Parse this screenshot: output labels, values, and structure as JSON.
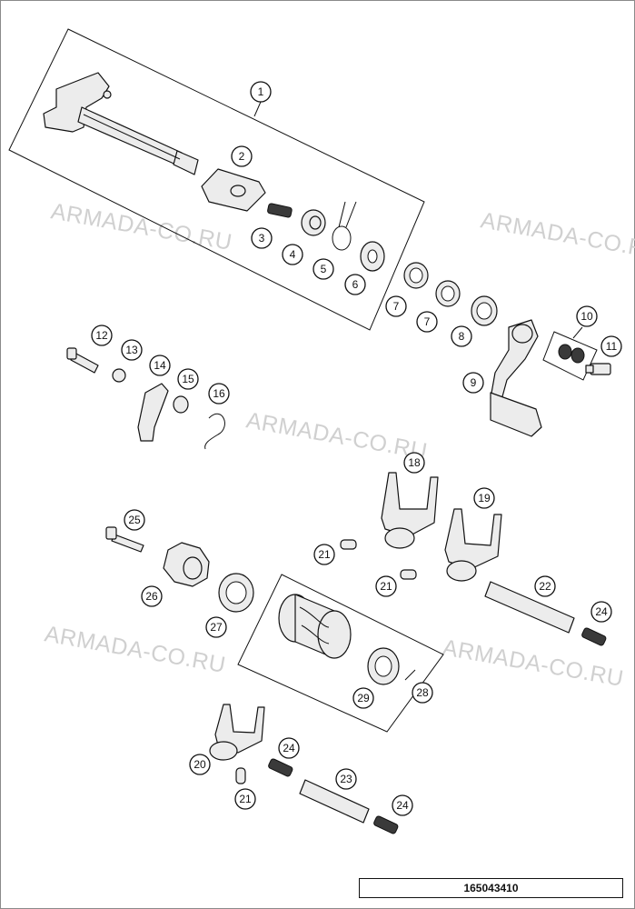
{
  "watermarks": [
    {
      "id": "wm1",
      "text": "ARMADA-CO.RU"
    },
    {
      "id": "wm2",
      "text": "ARMADA-CO.RU"
    },
    {
      "id": "wm3",
      "text": "ARMADA-CO.RU"
    },
    {
      "id": "wm4",
      "text": "ARMADA-CO.RU"
    },
    {
      "id": "wm5",
      "text": "ARMADA-CO.RU"
    }
  ],
  "callouts": [
    {
      "id": "c1",
      "label": "1"
    },
    {
      "id": "c2",
      "label": "2"
    },
    {
      "id": "c3",
      "label": "3"
    },
    {
      "id": "c4",
      "label": "4"
    },
    {
      "id": "c5",
      "label": "5"
    },
    {
      "id": "c6",
      "label": "6"
    },
    {
      "id": "c7a",
      "label": "7"
    },
    {
      "id": "c7b",
      "label": "7"
    },
    {
      "id": "c8",
      "label": "8"
    },
    {
      "id": "c9",
      "label": "9"
    },
    {
      "id": "c10",
      "label": "10"
    },
    {
      "id": "c11",
      "label": "11"
    },
    {
      "id": "c12",
      "label": "12"
    },
    {
      "id": "c13",
      "label": "13"
    },
    {
      "id": "c14",
      "label": "14"
    },
    {
      "id": "c15",
      "label": "15"
    },
    {
      "id": "c16",
      "label": "16"
    },
    {
      "id": "c18",
      "label": "18"
    },
    {
      "id": "c19",
      "label": "19"
    },
    {
      "id": "c20",
      "label": "20"
    },
    {
      "id": "c21a",
      "label": "21"
    },
    {
      "id": "c21b",
      "label": "21"
    },
    {
      "id": "c21c",
      "label": "21"
    },
    {
      "id": "c22",
      "label": "22"
    },
    {
      "id": "c23",
      "label": "23"
    },
    {
      "id": "c24a",
      "label": "24"
    },
    {
      "id": "c24b",
      "label": "24"
    },
    {
      "id": "c24c",
      "label": "24"
    },
    {
      "id": "c25",
      "label": "25"
    },
    {
      "id": "c26",
      "label": "26"
    },
    {
      "id": "c27",
      "label": "27"
    },
    {
      "id": "c28",
      "label": "28"
    },
    {
      "id": "c29",
      "label": "29"
    }
  ],
  "drawing_code": "165043410",
  "colors": {
    "ink": "#111111",
    "watermark": "#d0d0d0",
    "part_fill": "#ececec"
  }
}
